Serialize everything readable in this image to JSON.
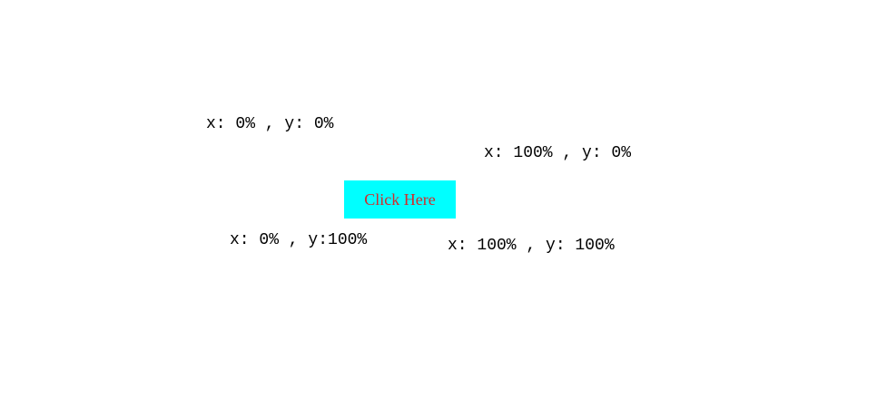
{
  "labels": {
    "top_left": "x: 0% , y: 0%",
    "top_right": "x: 100% , y: 0%",
    "bottom_left": "x: 0% , y:100%",
    "bottom_right": "x: 100% , y: 100%"
  },
  "button": {
    "label": "Click Here"
  },
  "colors": {
    "button_background": "#00ffff",
    "button_text": "#d22b2b",
    "label_text": "#000000",
    "page_background": "#ffffff"
  }
}
